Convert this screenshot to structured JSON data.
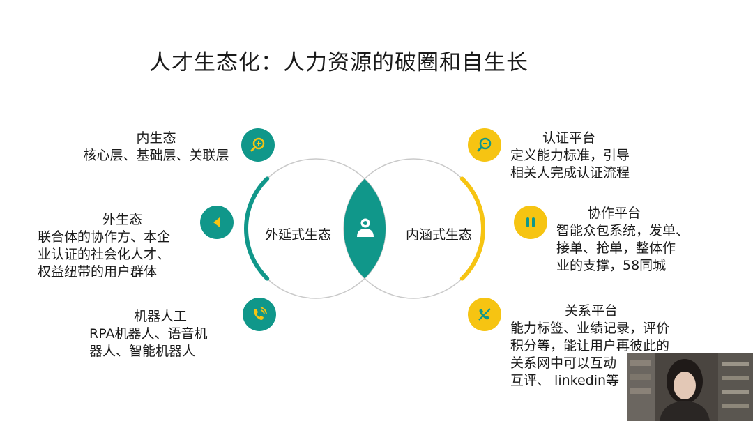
{
  "title": "人才生态化：人力资源的破圈和自生长",
  "center_circles": {
    "left_label": "外延式生态",
    "right_label": "内涵式生态",
    "center_icon": "person-icon"
  },
  "left_items": [
    {
      "heading": "内生态",
      "lines": [
        "核心层、基础层、关联层"
      ],
      "icon": "zoom-in-icon",
      "color": "#10978a"
    },
    {
      "heading": "外生态",
      "lines": [
        "联合体的协作方、本企",
        "业认证的社会化人才、",
        "权益纽带的用户群体"
      ],
      "icon": "back-arrow-icon",
      "color": "#10978a"
    },
    {
      "heading": "机器人工",
      "lines": [
        "RPA机器人、语音机",
        "器人、智能机器人"
      ],
      "icon": "phone-icon",
      "color": "#10978a"
    }
  ],
  "right_items": [
    {
      "heading": "认证平台",
      "lines": [
        "定义能力标准，引导",
        "相关人完成认证流程"
      ],
      "icon": "zoom-out-icon",
      "color": "#f6c412"
    },
    {
      "heading": "协作平台",
      "lines": [
        "智能众包系统，发单、",
        "接单、抢单，整体作",
        "业的支撑，58同城"
      ],
      "icon": "pause-icon",
      "color": "#f6c412"
    },
    {
      "heading": "关系平台",
      "lines": [
        "能力标签、业绩记录，评价",
        "积分等，能让用户再彼此的",
        "关系网中可以互动",
        "互评、 linkedin等"
      ],
      "icon": "no-phone-icon",
      "color": "#10978a"
    }
  ],
  "colors": {
    "teal": "#10978a",
    "yellow": "#f6c412",
    "circle_outline": "#c8c8c8"
  }
}
